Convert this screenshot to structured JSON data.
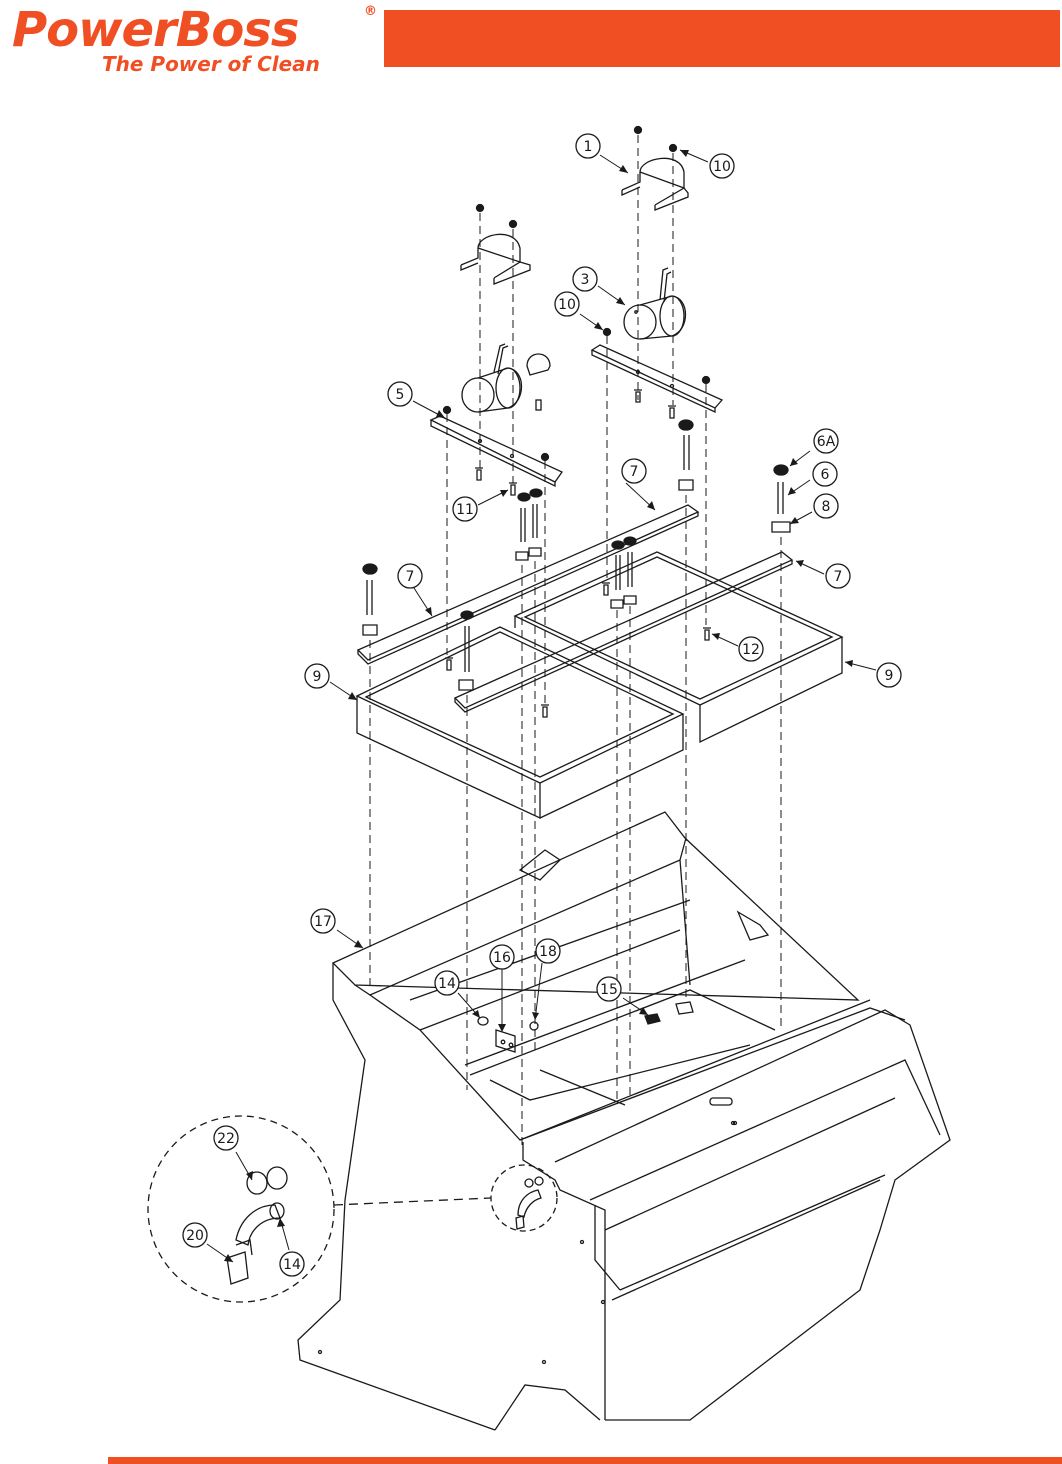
{
  "brand": {
    "name": "PowerBoss",
    "registered_mark": "®",
    "tagline": "The Power of Clean",
    "color": "#f04e23"
  },
  "diagram": {
    "line_color": "#1a1a1a",
    "callouts": {
      "c1": "1",
      "c10a": "10",
      "c3": "3",
      "c10b": "10",
      "c5": "5",
      "c6a": "6A",
      "c6": "6",
      "c7a": "7",
      "c8": "8",
      "c11": "11",
      "c7b": "7",
      "c7c": "7",
      "c12": "12",
      "c9a": "9",
      "c9b": "9",
      "c17": "17",
      "c16": "16",
      "c18": "18",
      "c14a": "14",
      "c15": "15",
      "c22": "22",
      "c20": "20",
      "c14b": "14"
    }
  }
}
